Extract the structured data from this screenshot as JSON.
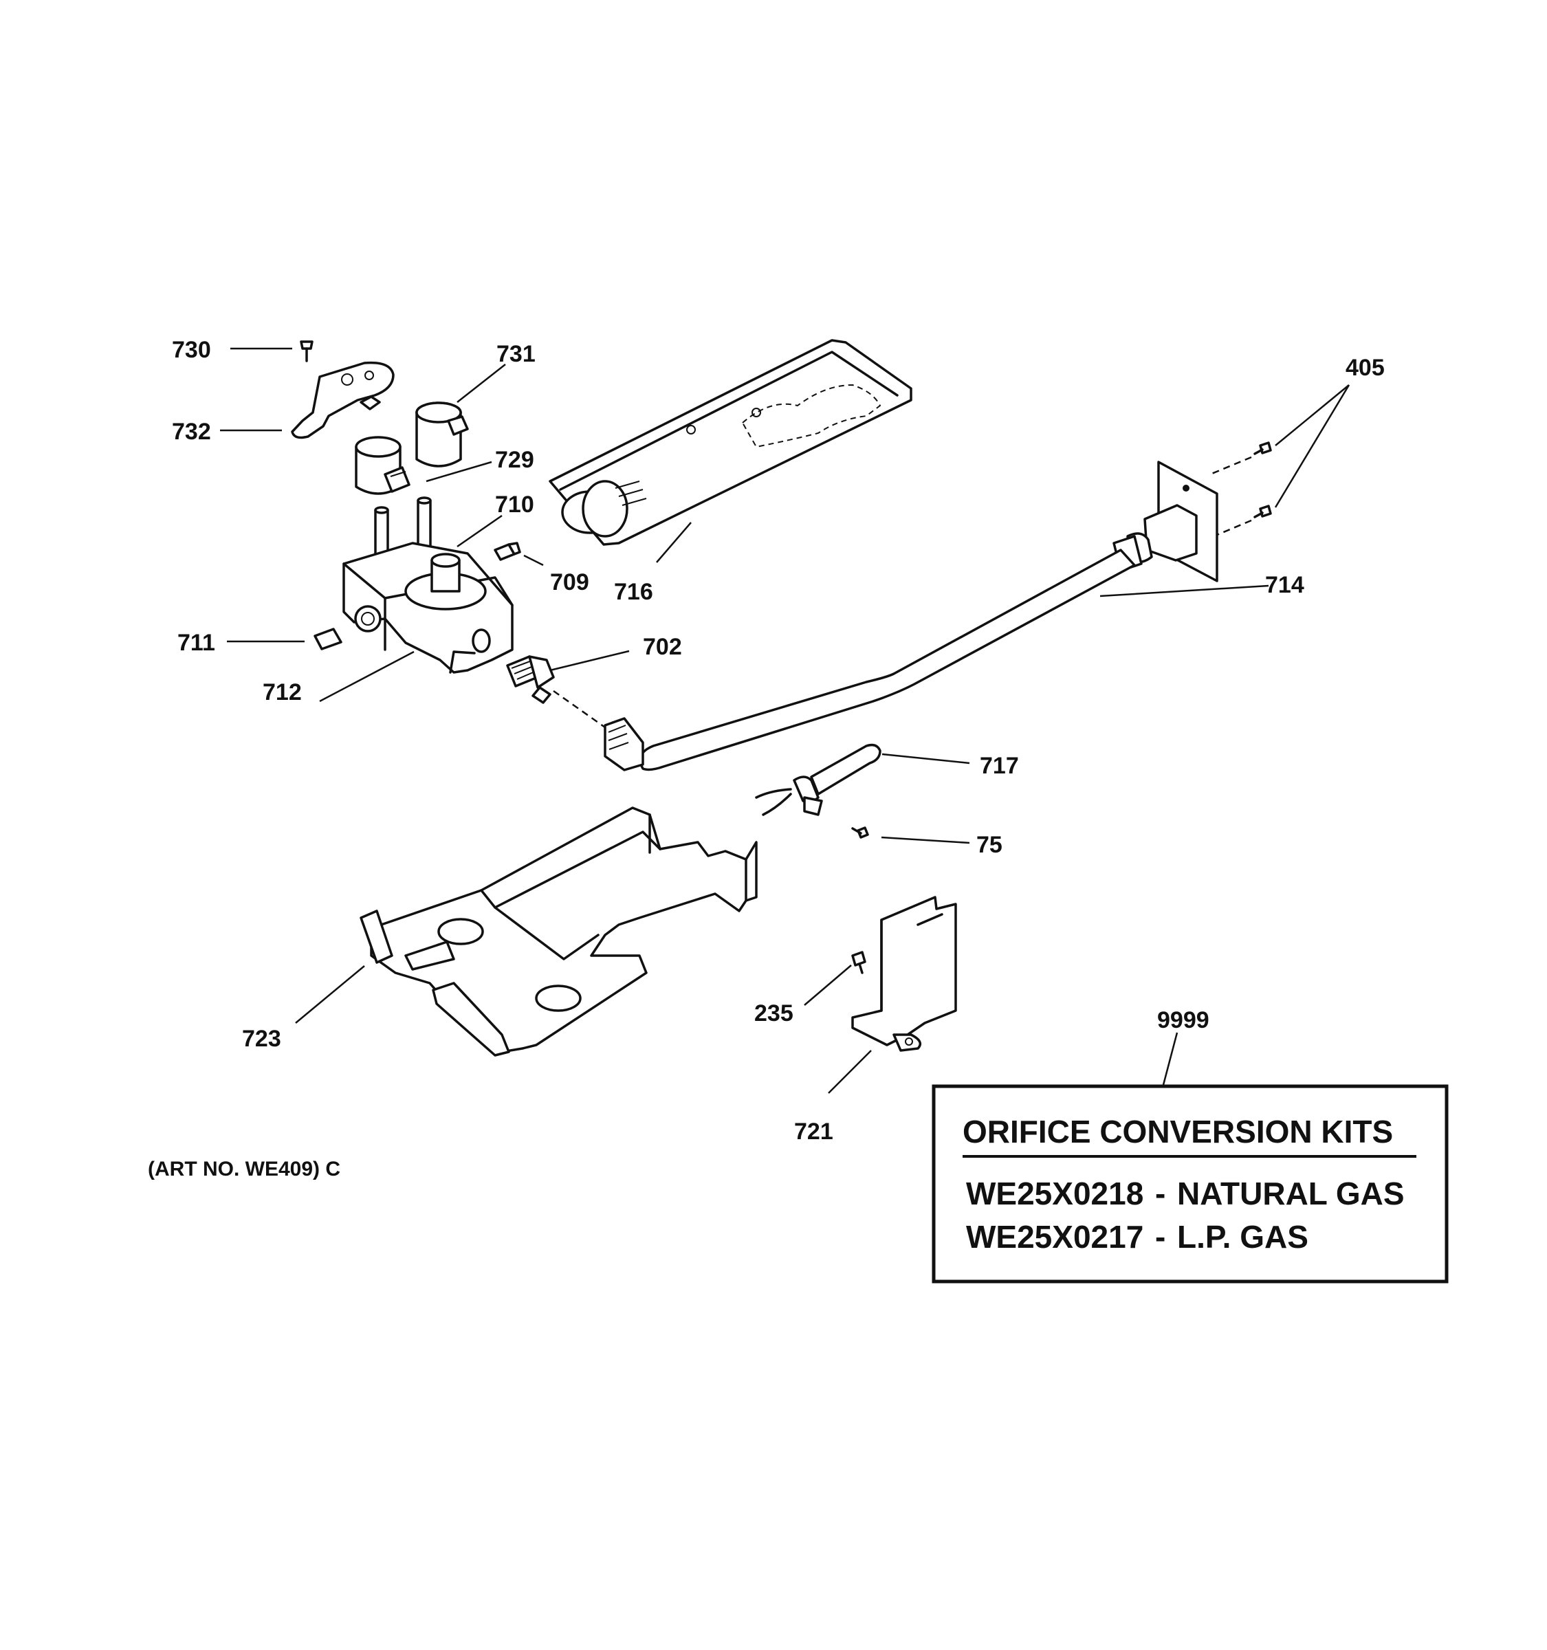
{
  "part_labels": {
    "p730": "730",
    "p731": "731",
    "p732": "732",
    "p729": "729",
    "p710": "710",
    "p709": "709",
    "p716": "716",
    "p711": "711",
    "p712": "712",
    "p702": "702",
    "p405": "405",
    "p714": "714",
    "p717": "717",
    "p75": "75",
    "p723": "723",
    "p235": "235",
    "p721": "721",
    "p9999": "9999"
  },
  "kit_box": {
    "title": "ORIFICE CONVERSION KITS",
    "line1_part": "WE25X0218",
    "line1_sep": "-",
    "line1_desc": "NATURAL GAS",
    "line2_part": "WE25X0217",
    "line2_sep": "-",
    "line2_desc": "L.P. GAS"
  },
  "art_number": "(ART NO. WE409) C"
}
